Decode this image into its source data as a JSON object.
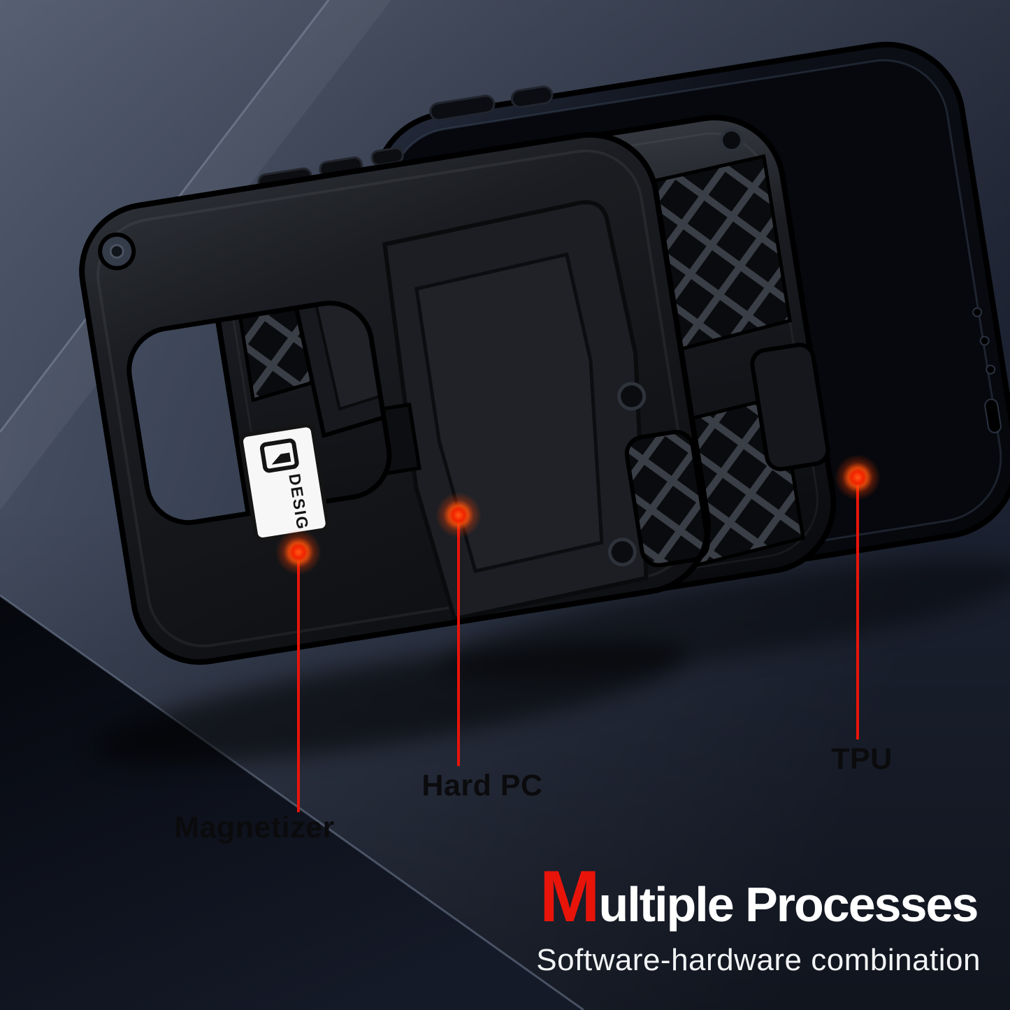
{
  "callouts": [
    {
      "label": "Magnetizer"
    },
    {
      "label": "Hard PC"
    },
    {
      "label": "TPU"
    }
  ],
  "title": {
    "leading": "M",
    "rest": "ultiple Processes"
  },
  "subtitle": "Software-hardware combination",
  "badge": {
    "text": "DESIGN"
  },
  "colors": {
    "accent_red": "#e8140a",
    "title_white": "#ffffff",
    "label_black": "#0b0b0d"
  }
}
